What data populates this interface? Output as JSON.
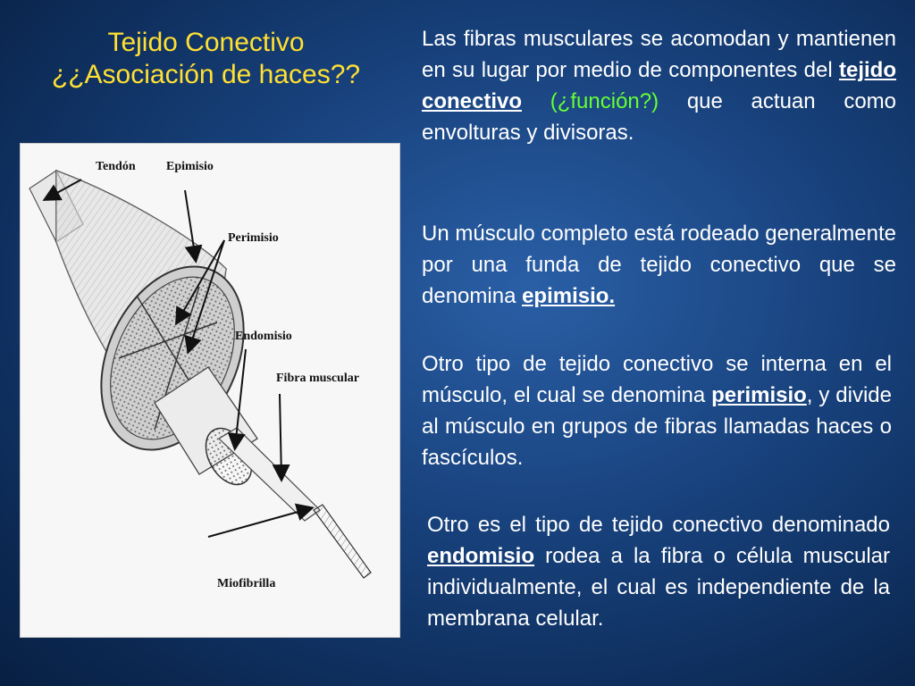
{
  "title": {
    "line1": "Tejido Conectivo",
    "line2": "¿¿Asociación de haces??"
  },
  "figure": {
    "labels": {
      "tendon": "Tendón",
      "epimisio": "Epimisio",
      "perimisio": "Perimisio",
      "endomisio": "Endomisio",
      "fibra": "Fibra muscular",
      "miofibrilla": "Miofibrilla"
    }
  },
  "paragraphs": {
    "p1": {
      "a": "Las fibras musculares se acomodan y mantienen en su lugar por medio de componentes del ",
      "b": "tejido conectivo",
      "c": " ",
      "d": "(¿función?)",
      "e": " que actuan como envolturas y divisoras."
    },
    "p2": {
      "a": "Un músculo completo está rodeado generalmente por una funda de tejido conectivo que se denomina ",
      "b": "epimisio."
    },
    "p3": {
      "a": "Otro tipo de tejido conectivo se interna en el músculo, el cual se denomina ",
      "b": "perimisio",
      "c": ", y divide al músculo en grupos de fibras llamadas haces o fascículos."
    },
    "p4": {
      "a": "Otro es el tipo de tejido conectivo denominado ",
      "b": "endomisio",
      "c": " rodea a la fibra o célula muscular individualmente, el cual es independiente de la membrana celular."
    }
  },
  "colors": {
    "title": "#ffe033",
    "highlight": "#66ff33",
    "text": "#ffffff"
  }
}
